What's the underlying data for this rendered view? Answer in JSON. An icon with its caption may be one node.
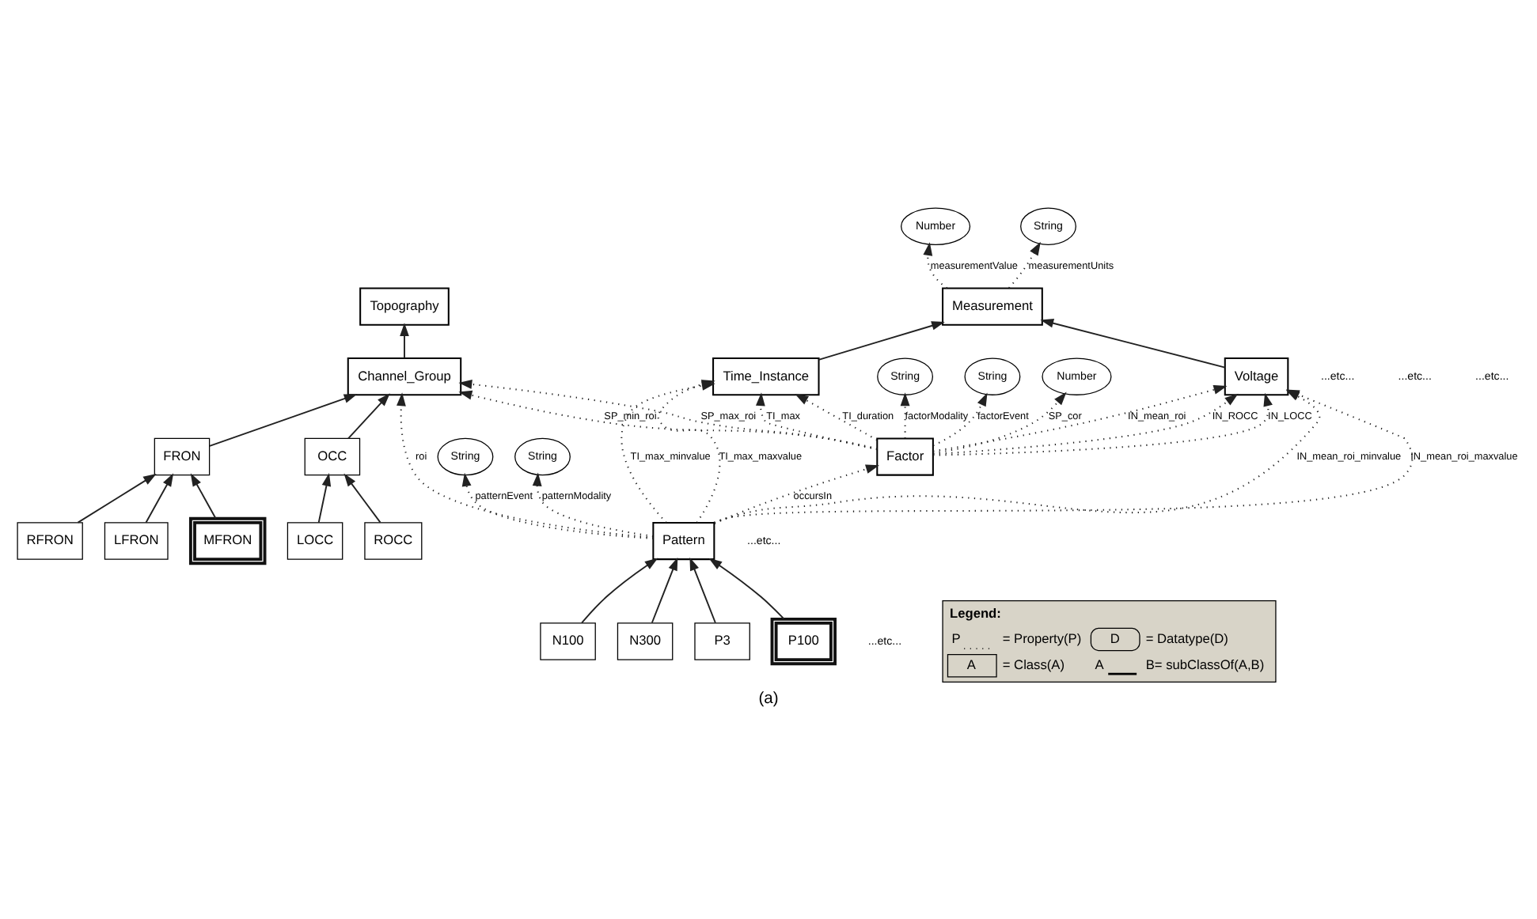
{
  "diagram": {
    "caption": "(a)",
    "nodes": [
      {
        "text": [
          "Voltage"
        ]
      },
      {
        "text": [
          "Measurement"
        ]
      },
      {
        "text": [
          "Number"
        ]
      },
      {
        "text": [
          "String"
        ]
      },
      {
        "text": [
          "String"
        ]
      },
      {
        "text": [
          "String"
        ]
      },
      {
        "text": [
          "Number"
        ]
      },
      {
        "text": [
          "Factor"
        ]
      },
      {
        "text": [
          "Time_Instance"
        ]
      },
      {
        "text": [
          "Topography"
        ]
      },
      {
        "text": [
          "Channel_Group"
        ]
      },
      {
        "text": [
          "N100"
        ]
      },
      {
        "text": [
          "N300"
        ]
      },
      {
        "text": [
          "P3"
        ]
      },
      {
        "text": [
          "P100"
        ]
      },
      {
        "text": [
          "Pattern"
        ]
      },
      {
        "text": [
          "String"
        ]
      },
      {
        "text": [
          "String"
        ]
      },
      {
        "text": [
          "FRON"
        ]
      },
      {
        "text": [
          "OCC"
        ]
      },
      {
        "text": [
          "LFRON"
        ]
      },
      {
        "text": [
          "LOCC"
        ]
      },
      {
        "text": [
          "MFRON"
        ]
      },
      {
        "text": [
          "ROCC"
        ]
      },
      {
        "text": [
          "RFRON"
        ]
      }
    ],
    "edges": [
      {
        "from": 7,
        "to": 0,
        "arrow": "to",
        "label": "IN_mean_roi",
        "style": "dashed"
      },
      {
        "from": 7,
        "to": 0,
        "arrow": "to",
        "label": "IN_ROCC",
        "style": "dashed"
      },
      {
        "from": 7,
        "to": 0,
        "arrow": "to",
        "label": "IN_LOCC",
        "style": "dashed"
      },
      {
        "from": 0,
        "to": 1,
        "arrow": "to"
      },
      {
        "from": 1,
        "to": 2,
        "arrow": "to",
        "label": "measurementValue",
        "style": "dashed"
      },
      {
        "from": 1,
        "to": 3,
        "arrow": "to",
        "label": "measurementUnits",
        "style": "dashed"
      },
      {
        "from": 7,
        "to": 4,
        "arrow": "to",
        "label": "factorModality",
        "style": "dashed"
      },
      {
        "from": 7,
        "to": 5,
        "arrow": "to",
        "label": "factorEvent",
        "style": "dashed"
      },
      {
        "from": 7,
        "to": 6,
        "arrow": "to",
        "label": "SP_cor",
        "style": "dashed"
      },
      {
        "from": 7,
        "to": 8,
        "arrow": "to",
        "label": "TI_max",
        "style": "dashed"
      },
      {
        "from": 7,
        "to": 8,
        "arrow": "to",
        "label": "TI_duration",
        "style": "dashed"
      },
      {
        "from": 8,
        "to": 1,
        "arrow": "to"
      },
      {
        "from": 7,
        "to": 10,
        "arrow": "to",
        "label": "SP_min_roi",
        "style": "dashed"
      },
      {
        "from": 7,
        "to": 10,
        "arrow": "to",
        "label": "SP_max_roi",
        "style": "dashed"
      },
      {
        "from": 15,
        "to": 7,
        "arrow": "to",
        "label": "occursIn",
        "style": "dashed"
      },
      {
        "from": 15,
        "to": 0,
        "arrow": "to",
        "label": "IN_mean_roi_minvalue",
        "style": "dashed"
      },
      {
        "from": 15,
        "to": 0,
        "arrow": "to",
        "label": "IN_mean_roi_maxvalue",
        "style": "dashed"
      },
      {
        "from": 15,
        "to": 8,
        "arrow": "to",
        "label": "TI_max_minvalue",
        "style": "dashed"
      },
      {
        "from": 15,
        "to": 8,
        "arrow": "to",
        "label": "TI_max_maxvalue",
        "style": "dashed"
      },
      {
        "from": 15,
        "to": 10,
        "arrow": "to",
        "label": "roi",
        "style": "dashed"
      },
      {
        "from": 10,
        "to": 9,
        "arrow": "to"
      },
      {
        "from": 11,
        "to": 15,
        "arrow": "to"
      },
      {
        "from": 12,
        "to": 15,
        "arrow": "to"
      },
      {
        "from": 13,
        "to": 15,
        "arrow": "to"
      },
      {
        "from": 14,
        "to": 15,
        "arrow": "to"
      },
      {
        "from": 15,
        "to": 16,
        "arrow": "to",
        "label": "patternEvent",
        "style": "dashed"
      },
      {
        "from": 15,
        "to": 17,
        "arrow": "to",
        "label": "patternModality",
        "style": "dashed"
      },
      {
        "from": 18,
        "to": 10,
        "arrow": "to"
      },
      {
        "from": 19,
        "to": 10,
        "arrow": "to"
      },
      {
        "from": 20,
        "to": 18,
        "arrow": "to"
      },
      {
        "from": 22,
        "to": 18,
        "arrow": "to"
      },
      {
        "from": 24,
        "to": 18,
        "arrow": "to"
      },
      {
        "from": 21,
        "to": 19,
        "arrow": "to"
      },
      {
        "from": 23,
        "to": 19,
        "arrow": "to"
      }
    ],
    "labels": [
      "...etc...",
      "...etc...",
      "...etc...",
      "...etc...",
      "...etc...",
      "Legend:",
      "P",
      "D",
      "A",
      "A"
    ],
    "legend": [
      {
        "text": "= Property(P)"
      },
      {
        "text": "= Datatype(D)"
      },
      {
        "text": "= Class(A)"
      },
      {
        "text": "B= subClassOf(A,B)"
      }
    ]
  }
}
